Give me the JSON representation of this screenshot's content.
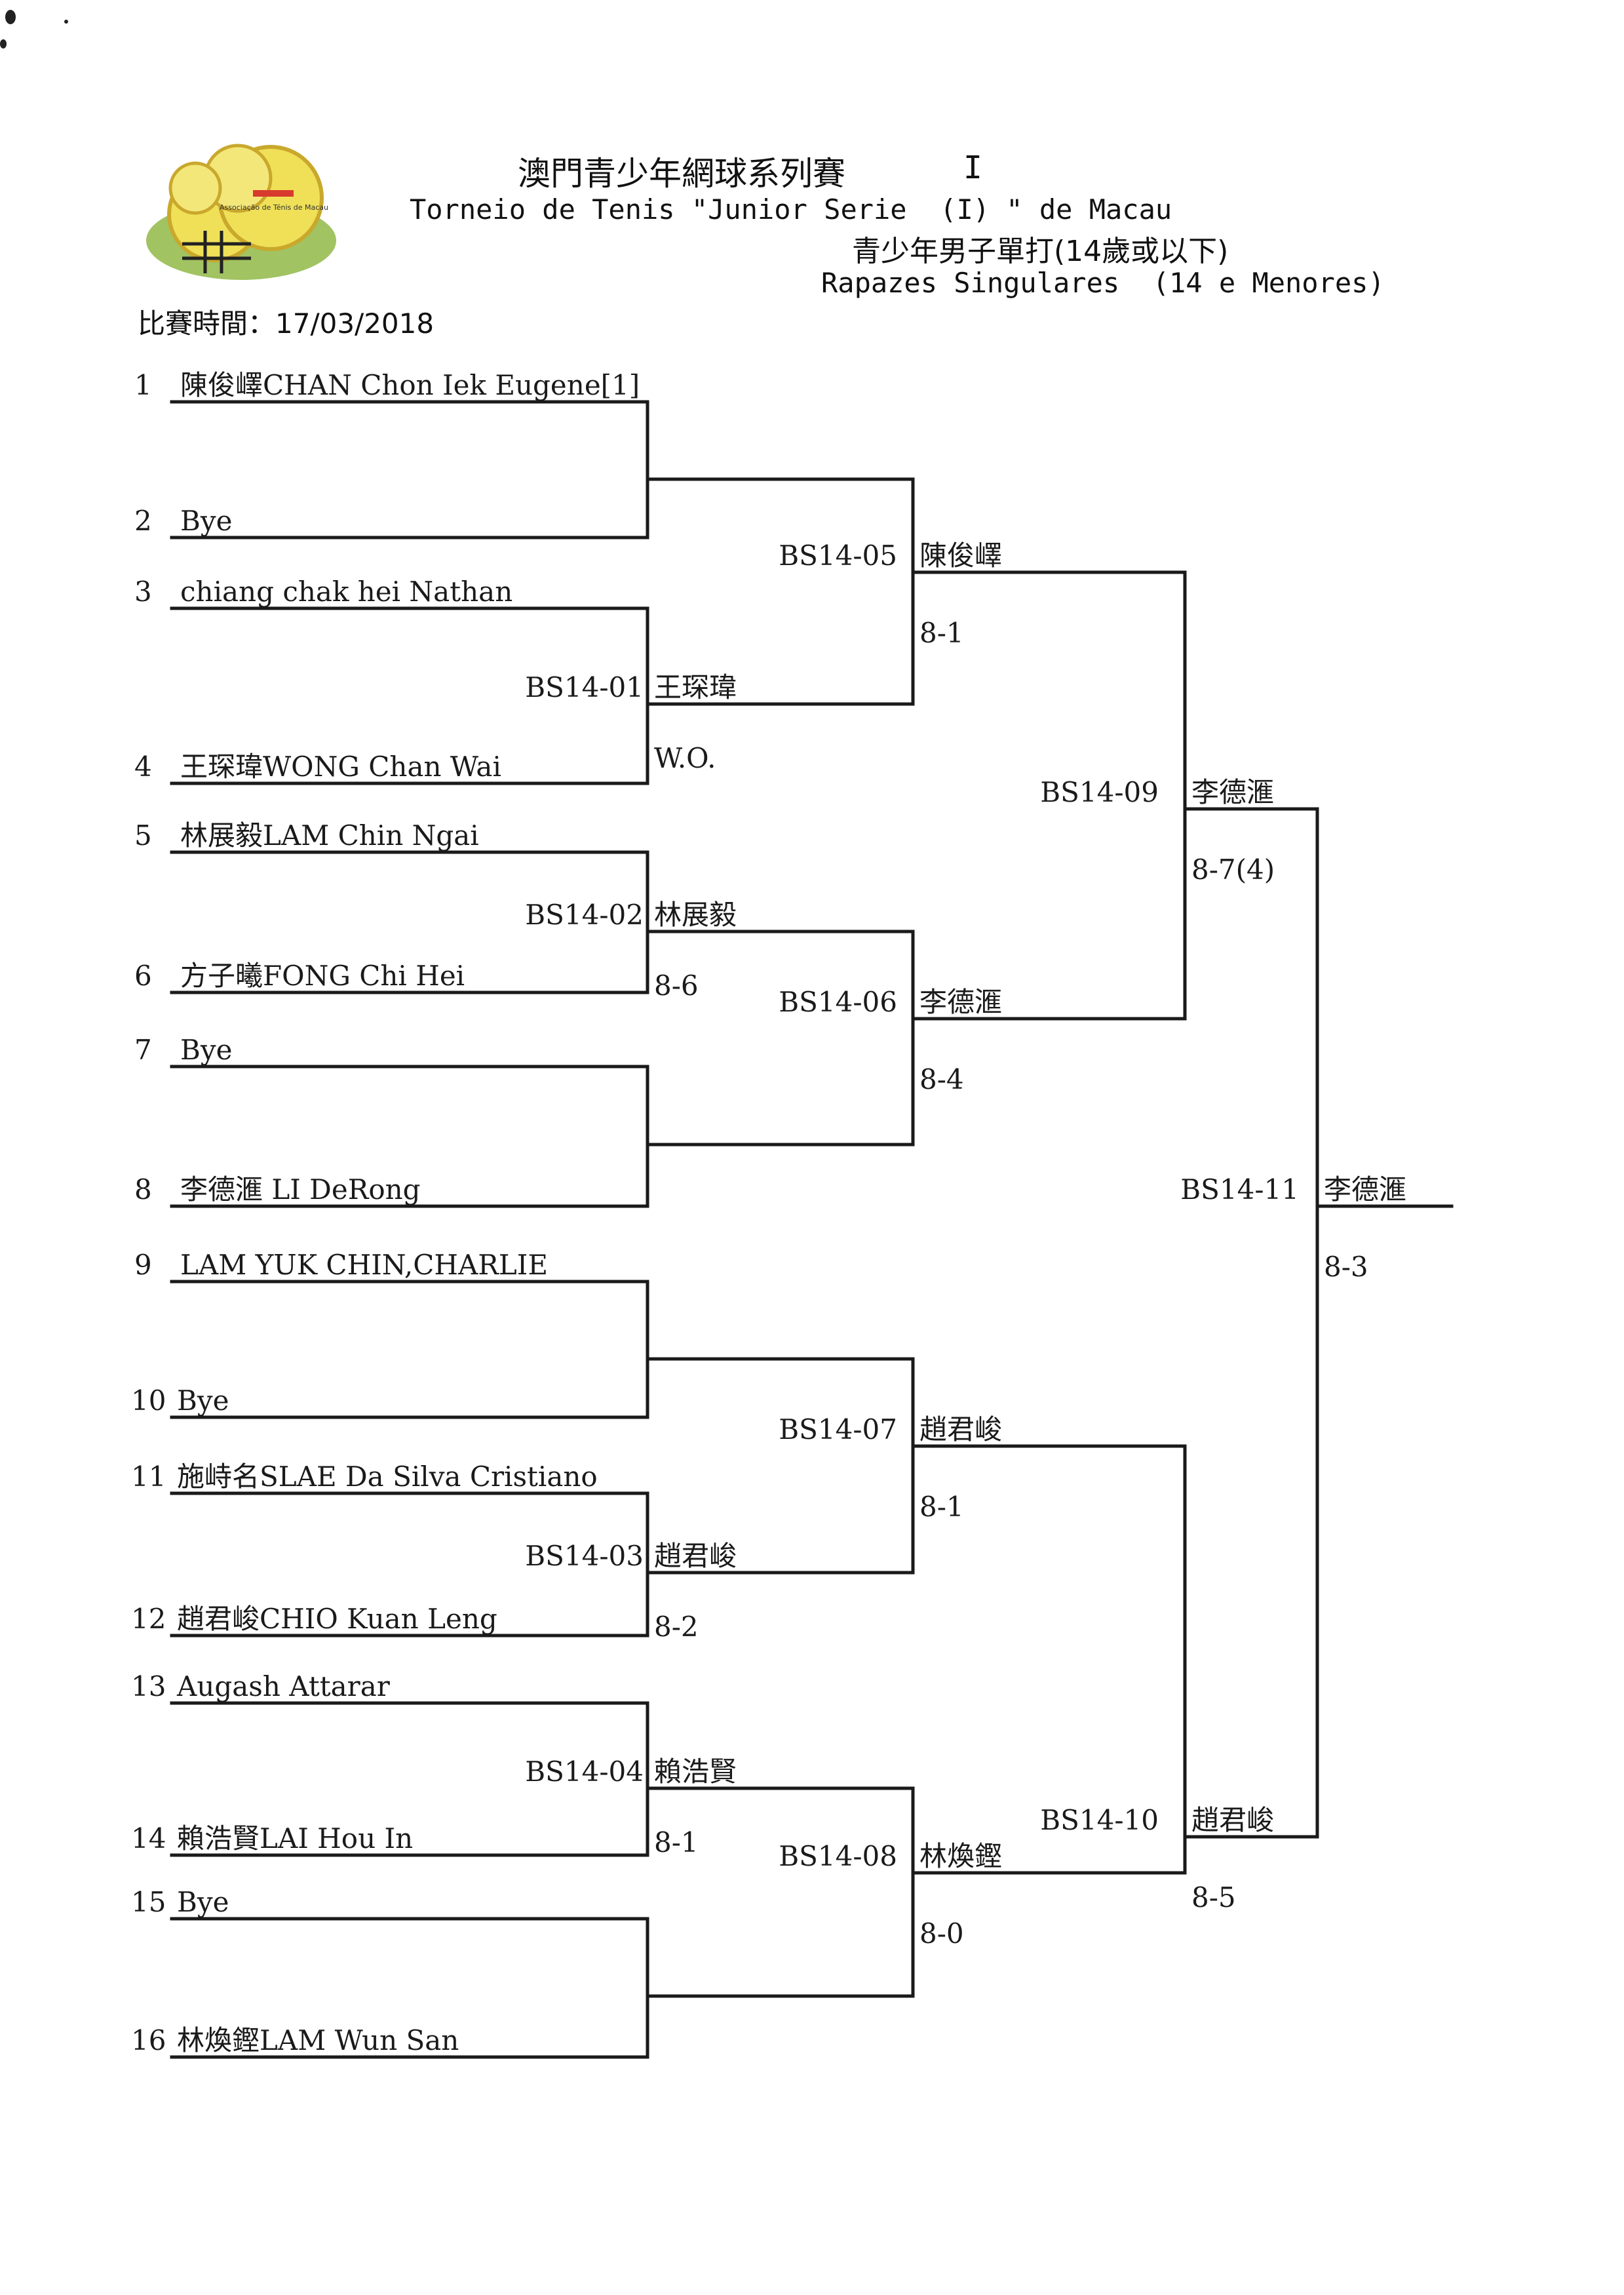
{
  "header": {
    "title_cn": "澳門青少年網球系列賽",
    "title_roman": "I",
    "title_pt": "Torneio de Tenis \"Junior Serie  (I) \" de Macau",
    "event_cn": "青少年男子單打(14歲或以下)",
    "event_pt": "Rapazes Singulares  (14 e Menores)",
    "date_label": "比賽時間：17/03/2018"
  },
  "logo": {
    "caption": "Associação de Ténis de Macau",
    "colors": {
      "ball": "#efe058",
      "ring": "#c9a82c",
      "leaf": "#9cc05a",
      "red": "#d83a2e"
    }
  },
  "colors": {
    "line": "#1a1a1a",
    "text": "#1a1a1a",
    "background": "#ffffff"
  },
  "draw": [
    {
      "seed": "1",
      "name": "陳俊嶧CHAN Chon Iek Eugene[1]"
    },
    {
      "seed": "2",
      "name": "Bye"
    },
    {
      "seed": "3",
      "name": "chiang chak hei Nathan"
    },
    {
      "seed": "4",
      "name": "王琛瑋WONG Chan Wai"
    },
    {
      "seed": "5",
      "name": "林展毅LAM Chin Ngai"
    },
    {
      "seed": "6",
      "name": "方子曦FONG Chi Hei"
    },
    {
      "seed": "7",
      "name": "Bye"
    },
    {
      "seed": "8",
      "name": "李德滙 LI DeRong"
    },
    {
      "seed": "9",
      "name": "LAM YUK CHIN,CHARLIE"
    },
    {
      "seed": "10",
      "name": "Bye"
    },
    {
      "seed": "11",
      "name": "施峙名SLAE Da Silva Cristiano"
    },
    {
      "seed": "12",
      "name": "趙君峻CHIO Kuan Leng"
    },
    {
      "seed": "13",
      "name": "Augash Attarar"
    },
    {
      "seed": "14",
      "name": "賴浩賢LAI Hou In"
    },
    {
      "seed": "15",
      "name": "Bye"
    },
    {
      "seed": "16",
      "name": "林煥鏗LAM Wun San"
    }
  ],
  "matches": {
    "r1": [
      {
        "label": "",
        "winner": "",
        "score": ""
      },
      {
        "label": "BS14-01",
        "winner": "王琛瑋",
        "score": "W.O."
      },
      {
        "label": "BS14-02",
        "winner": "林展毅",
        "score": "8-6"
      },
      {
        "label": "",
        "winner": "",
        "score": ""
      },
      {
        "label": "",
        "winner": "",
        "score": ""
      },
      {
        "label": "BS14-03",
        "winner": "趙君峻",
        "score": "8-2"
      },
      {
        "label": "BS14-04",
        "winner": "賴浩賢",
        "score": "8-1"
      },
      {
        "label": "",
        "winner": "",
        "score": ""
      }
    ],
    "r2": [
      {
        "label": "BS14-05",
        "winner": "陳俊嶧",
        "score": "8-1"
      },
      {
        "label": "BS14-06",
        "winner": "李德滙",
        "score": "8-4"
      },
      {
        "label": "BS14-07",
        "winner": "趙君峻",
        "score": "8-1"
      },
      {
        "label": "BS14-08",
        "winner": "林煥鏗",
        "score": "8-0"
      }
    ],
    "r3": [
      {
        "label": "BS14-09",
        "winner": "李德滙",
        "score": "8-7(4)"
      },
      {
        "label": "BS14-10",
        "winner": "趙君峻",
        "score": "8-5"
      }
    ],
    "final": {
      "label": "BS14-11",
      "winner": "李德滙",
      "score": "8-3"
    }
  }
}
